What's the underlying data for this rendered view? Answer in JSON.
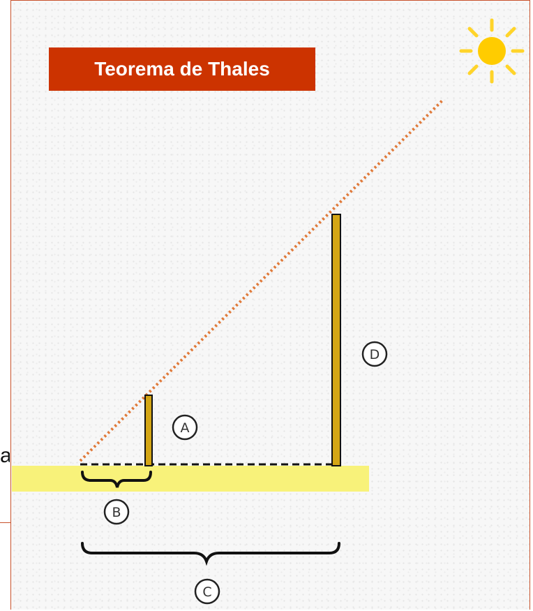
{
  "title": "Teorema de Thales",
  "edge_text": "a",
  "labels": {
    "a": "A",
    "b": "B",
    "c": "C",
    "d": "D"
  },
  "colors": {
    "title_bg": "#cc3300",
    "pole": "#d4a615",
    "ground": "#f8f27a",
    "sun": "#ffcc00",
    "sun_ray": "#ffd42a",
    "ray": "#e07a3a",
    "frame_border": "#c8512a"
  },
  "icons": {
    "sun": "sun-icon"
  }
}
